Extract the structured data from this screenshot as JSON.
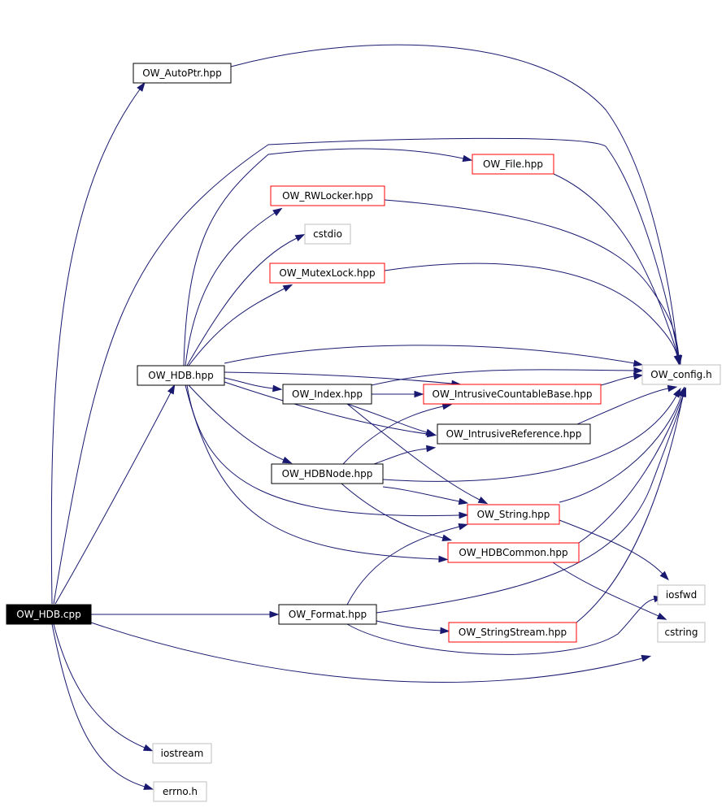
{
  "nodes": [
    {
      "id": "ow_hdb_cpp",
      "label": "OW_HDB.cpp",
      "style": "root"
    },
    {
      "id": "ow_autoptr",
      "label": "OW_AutoPtr.hpp",
      "style": "black"
    },
    {
      "id": "ow_file",
      "label": "OW_File.hpp",
      "style": "red"
    },
    {
      "id": "ow_rwlocker",
      "label": "OW_RWLocker.hpp",
      "style": "red"
    },
    {
      "id": "cstdio",
      "label": "cstdio",
      "style": "gray"
    },
    {
      "id": "ow_mutexlock",
      "label": "OW_MutexLock.hpp",
      "style": "red"
    },
    {
      "id": "ow_hdb_hpp",
      "label": "OW_HDB.hpp",
      "style": "black"
    },
    {
      "id": "ow_config",
      "label": "OW_config.h",
      "style": "gray"
    },
    {
      "id": "ow_index",
      "label": "OW_Index.hpp",
      "style": "black"
    },
    {
      "id": "ow_icb",
      "label": "OW_IntrusiveCountableBase.hpp",
      "style": "red"
    },
    {
      "id": "ow_iref",
      "label": "OW_IntrusiveReference.hpp",
      "style": "black"
    },
    {
      "id": "ow_hdbnode",
      "label": "OW_HDBNode.hpp",
      "style": "black"
    },
    {
      "id": "ow_string",
      "label": "OW_String.hpp",
      "style": "red"
    },
    {
      "id": "ow_hdbcommon",
      "label": "OW_HDBCommon.hpp",
      "style": "red"
    },
    {
      "id": "iosfwd",
      "label": "iosfwd",
      "style": "gray"
    },
    {
      "id": "ow_format",
      "label": "OW_Format.hpp",
      "style": "black"
    },
    {
      "id": "ow_stringstream",
      "label": "OW_StringStream.hpp",
      "style": "red"
    },
    {
      "id": "cstring",
      "label": "cstring",
      "style": "gray"
    },
    {
      "id": "iostream",
      "label": "iostream",
      "style": "gray"
    },
    {
      "id": "errno",
      "label": "errno.h",
      "style": "gray"
    }
  ],
  "edges": [
    {
      "from": "ow_hdb_cpp",
      "to": "ow_autoptr"
    },
    {
      "from": "ow_hdb_cpp",
      "to": "ow_config"
    },
    {
      "from": "ow_hdb_cpp",
      "to": "ow_hdb_hpp"
    },
    {
      "from": "ow_hdb_cpp",
      "to": "ow_format"
    },
    {
      "from": "ow_hdb_cpp",
      "to": "cstring"
    },
    {
      "from": "ow_hdb_cpp",
      "to": "iostream"
    },
    {
      "from": "ow_hdb_cpp",
      "to": "errno"
    },
    {
      "from": "ow_autoptr",
      "to": "ow_config"
    },
    {
      "from": "ow_hdb_hpp",
      "to": "ow_file"
    },
    {
      "from": "ow_hdb_hpp",
      "to": "ow_rwlocker"
    },
    {
      "from": "ow_hdb_hpp",
      "to": "cstdio"
    },
    {
      "from": "ow_hdb_hpp",
      "to": "ow_mutexlock"
    },
    {
      "from": "ow_hdb_hpp",
      "to": "ow_config"
    },
    {
      "from": "ow_hdb_hpp",
      "to": "ow_index"
    },
    {
      "from": "ow_hdb_hpp",
      "to": "ow_icb"
    },
    {
      "from": "ow_hdb_hpp",
      "to": "ow_iref"
    },
    {
      "from": "ow_hdb_hpp",
      "to": "ow_hdbnode"
    },
    {
      "from": "ow_hdb_hpp",
      "to": "ow_string"
    },
    {
      "from": "ow_hdb_hpp",
      "to": "ow_hdbcommon"
    },
    {
      "from": "ow_file",
      "to": "ow_config"
    },
    {
      "from": "ow_rwlocker",
      "to": "ow_config"
    },
    {
      "from": "ow_mutexlock",
      "to": "ow_config"
    },
    {
      "from": "ow_index",
      "to": "ow_config"
    },
    {
      "from": "ow_index",
      "to": "ow_icb"
    },
    {
      "from": "ow_index",
      "to": "ow_iref"
    },
    {
      "from": "ow_index",
      "to": "ow_string"
    },
    {
      "from": "ow_icb",
      "to": "ow_config"
    },
    {
      "from": "ow_iref",
      "to": "ow_config"
    },
    {
      "from": "ow_hdbnode",
      "to": "ow_icb"
    },
    {
      "from": "ow_hdbnode",
      "to": "ow_iref"
    },
    {
      "from": "ow_hdbnode",
      "to": "ow_config"
    },
    {
      "from": "ow_hdbnode",
      "to": "ow_string"
    },
    {
      "from": "ow_hdbnode",
      "to": "ow_hdbcommon"
    },
    {
      "from": "ow_string",
      "to": "ow_config"
    },
    {
      "from": "ow_string",
      "to": "iosfwd"
    },
    {
      "from": "ow_hdbcommon",
      "to": "ow_config"
    },
    {
      "from": "ow_hdbcommon",
      "to": "cstring"
    },
    {
      "from": "ow_format",
      "to": "ow_string"
    },
    {
      "from": "ow_format",
      "to": "ow_config"
    },
    {
      "from": "ow_format",
      "to": "ow_stringstream"
    },
    {
      "from": "ow_format",
      "to": "iosfwd"
    },
    {
      "from": "ow_stringstream",
      "to": "ow_config"
    }
  ],
  "colors": {
    "edge": "#191970",
    "root_fill": "#000000",
    "root_text": "#ffffff",
    "black_border": "#000000",
    "red_border": "#ff0000",
    "gray_border": "#bfbfbf",
    "node_fill": "#ffffff",
    "node_text": "#000000"
  }
}
